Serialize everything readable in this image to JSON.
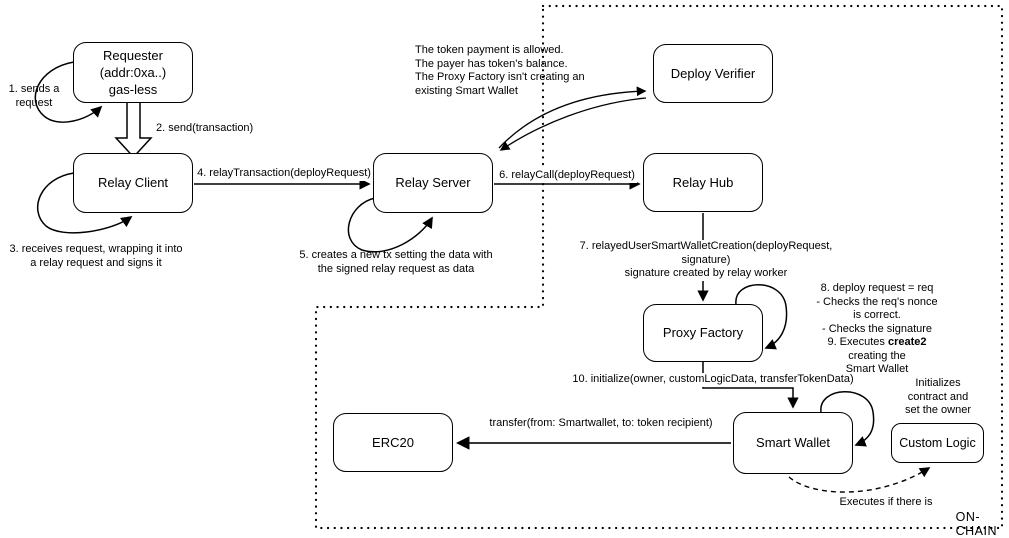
{
  "diagram": {
    "boundary_label": "ON-CHAIN",
    "colors": {
      "stroke": "#000000",
      "background": "#ffffff"
    },
    "nodes": {
      "requester": "Requester\n(addr:0xa..)\ngas-less",
      "relay_client": "Relay Client",
      "relay_server": "Relay Server",
      "deploy_verifier": "Deploy Verifier",
      "relay_hub": "Relay Hub",
      "proxy_factory": "Proxy Factory",
      "smart_wallet": "Smart Wallet",
      "erc20": "ERC20",
      "custom_logic": "Custom Logic"
    },
    "labels": {
      "step1": "1. sends a\nrequest",
      "step2": "2. send(transaction)",
      "step3": "3. receives request, wrapping it into\na relay request and signs it",
      "step4": "4. relayTransaction(deployRequest)",
      "step5": "5. creates a new tx setting the data with\nthe signed relay request as data",
      "step6": "6. relayCall(deployRequest)",
      "step7": "7. relayedUserSmartWalletCreation(deployRequest, signature)\nsignature created by relay worker",
      "verifier_checks": "The token payment is allowed.\nThe payer has token's balance.\nThe Proxy Factory isn't creating an\nexisting Smart Wallet",
      "step8": "8. deploy request = req\n- Checks the req's nonce is correct.\n- Checks the signature",
      "step9_prefix": "9. Executes ",
      "step9_bold": "create2",
      "step9_suffix": " creating the",
      "step9_line2": "Smart Wallet",
      "step10": "10. initialize(owner, customLogicData, transferTokenData)",
      "transfer": "transfer(from: Smartwallet, to: token recipient)",
      "initializes": "Initializes contract and\nset the owner",
      "executes_if": "Executes if there is"
    }
  }
}
